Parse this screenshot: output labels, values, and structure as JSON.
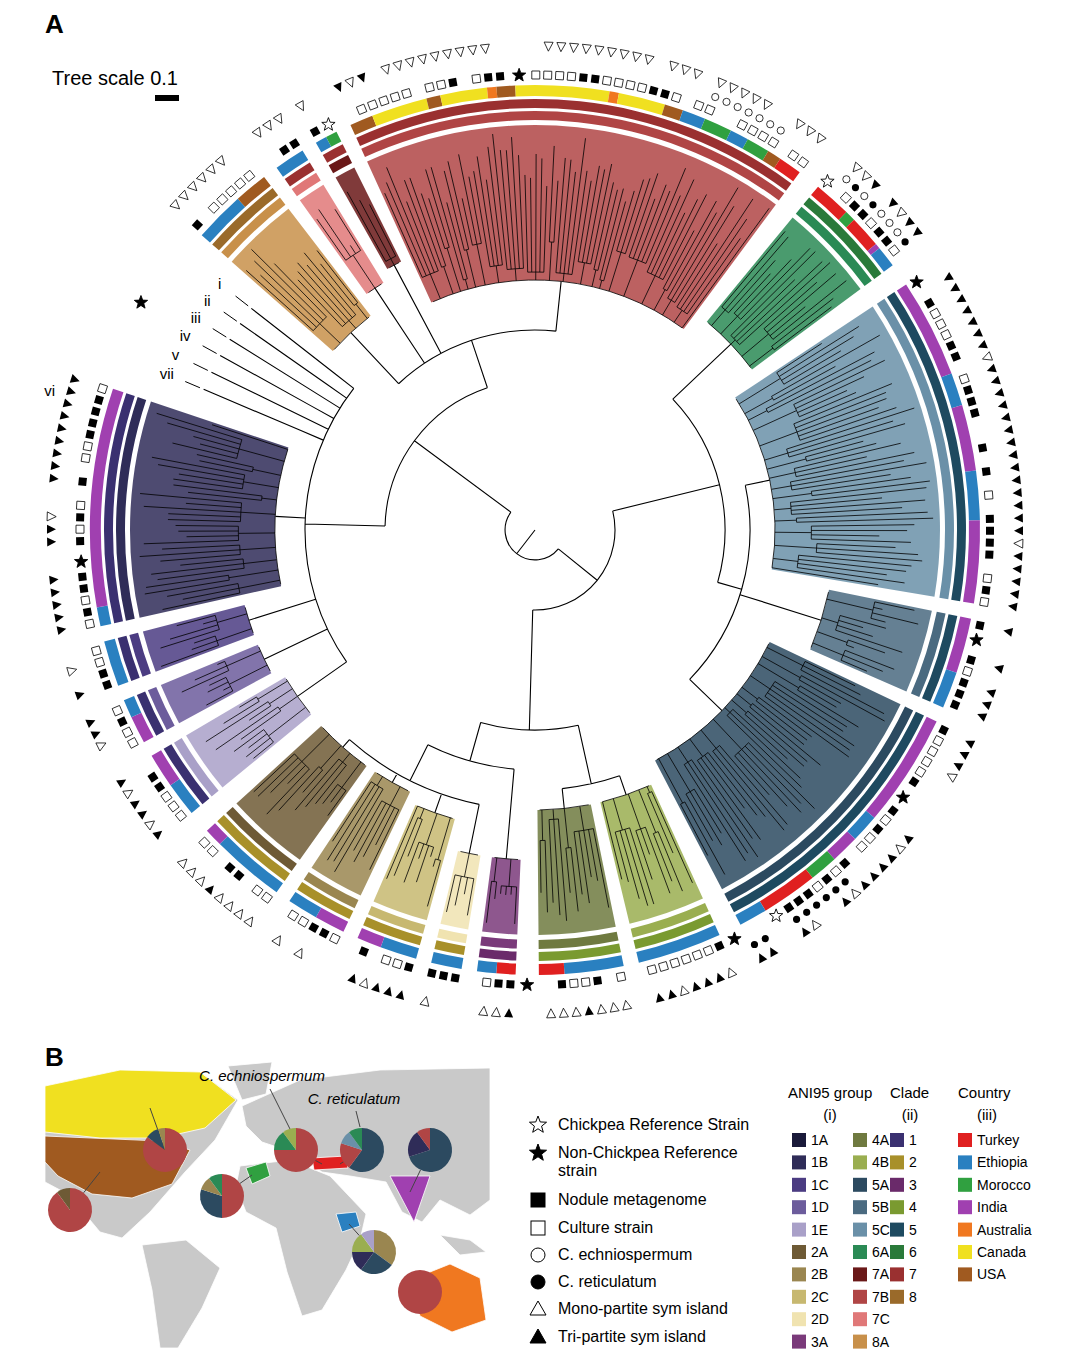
{
  "diagram": {
    "labels": [
      "A",
      "Tree scale 0.1",
      "vii",
      "v",
      "iii",
      "iv",
      "ii",
      "i",
      "vi",
      "B",
      "C. echniospermum",
      "C. reticulatum",
      "ANI95 group",
      "(i)",
      "Clade",
      "(ii)",
      "Country",
      "(iii)"
    ],
    "legend": [
      {
        "text": "Chickpea Reference Strain"
      },
      {
        "text": "Non-Chickpea Reference strain"
      },
      {
        "text": "Nodule metagenome"
      },
      {
        "text": "Culture strain"
      },
      {
        "text": "C. echniospermum"
      },
      {
        "text": "C. reticulatum"
      },
      {
        "text": "Mono-partite sym island"
      },
      {
        "text": "Tri-partite sym island"
      },
      {
        "text": "1A",
        "color": "#1a1a3a"
      },
      {
        "text": "1B",
        "color": "#2f2c58"
      },
      {
        "text": "1C",
        "color": "#4b3c82"
      },
      {
        "text": "1D",
        "color": "#6c5c9c"
      },
      {
        "text": "1E",
        "color": "#a9a0c8"
      },
      {
        "text": "2A",
        "color": "#6e5a35"
      },
      {
        "text": "2B",
        "color": "#9a8650"
      },
      {
        "text": "2C",
        "color": "#c7b870"
      },
      {
        "text": "2D",
        "color": "#f0e3b0"
      },
      {
        "text": "3A",
        "color": "#7a3a7a"
      },
      {
        "text": "4A",
        "color": "#6f7a40"
      },
      {
        "text": "4B",
        "color": "#9aae50"
      },
      {
        "text": "5A",
        "color": "#2c4a60"
      },
      {
        "text": "5B",
        "color": "#4a6a80"
      },
      {
        "text": "5C",
        "color": "#6a90a8"
      },
      {
        "text": "6A",
        "color": "#2a8a55"
      },
      {
        "text": "7A",
        "color": "#6a1818"
      },
      {
        "text": "7B",
        "color": "#b04545"
      },
      {
        "text": "7C",
        "color": "#e07878"
      },
      {
        "text": "8A",
        "color": "#c8904a"
      },
      {
        "text": "1",
        "color": "#3a3070"
      },
      {
        "text": "2",
        "color": "#a8902a"
      },
      {
        "text": "3",
        "color": "#6a2a6a"
      },
      {
        "text": "4",
        "color": "#7a9a30"
      },
      {
        "text": "5",
        "color": "#1e4a60"
      },
      {
        "text": "6",
        "color": "#2a7a3a"
      },
      {
        "text": "7",
        "color": "#9a3030"
      },
      {
        "text": "8",
        "color": "#9a6a2a"
      },
      {
        "text": "Turkey",
        "color": "#e02020"
      },
      {
        "text": "Ethiopia",
        "color": "#2a80c0"
      },
      {
        "text": "Morocco",
        "color": "#30a040"
      },
      {
        "text": "India",
        "color": "#a040b0"
      },
      {
        "text": "Australia",
        "color": "#f07820"
      },
      {
        "text": "Canada",
        "color": "#f0e020"
      },
      {
        "text": "USA",
        "color": "#a05a20"
      }
    ]
  }
}
